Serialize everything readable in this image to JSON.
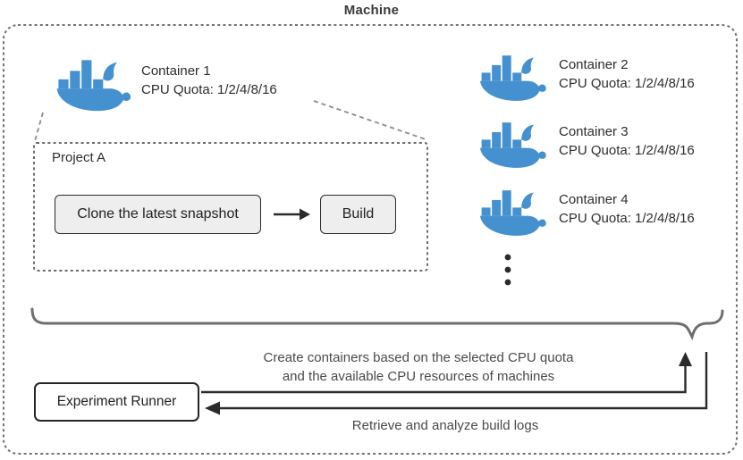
{
  "machine": {
    "label": "Machine"
  },
  "containers": [
    {
      "name": "Container 1",
      "cpu_quota": "CPU Quota: 1/2/4/8/16"
    },
    {
      "name": "Container 2",
      "cpu_quota": "CPU Quota: 1/2/4/8/16"
    },
    {
      "name": "Container 3",
      "cpu_quota": "CPU Quota: 1/2/4/8/16"
    },
    {
      "name": "Container 4",
      "cpu_quota": "CPU Quota: 1/2/4/8/16"
    }
  ],
  "project": {
    "label": "Project A",
    "clone_step": "Clone the latest snapshot",
    "build_step": "Build"
  },
  "experiment_runner": {
    "label": "Experiment Runner"
  },
  "annotations": {
    "create_containers_line1": "Create containers based on the selected CPU quota",
    "create_containers_line2": "and the available CPU resources of machines",
    "retrieve_logs": "Retrieve and analyze build logs"
  },
  "icons": {
    "docker": "docker-whale-icon",
    "ellipsis": "vertical-ellipsis-icon",
    "step_arrow": "right-arrow-icon"
  },
  "colors": {
    "docker_blue": "#4591cf",
    "line_dark": "#2b2a2c",
    "brace_gray": "#6d6e71",
    "dashed_border_gray": "#707174",
    "step_box_fill": "#eeeeee"
  }
}
